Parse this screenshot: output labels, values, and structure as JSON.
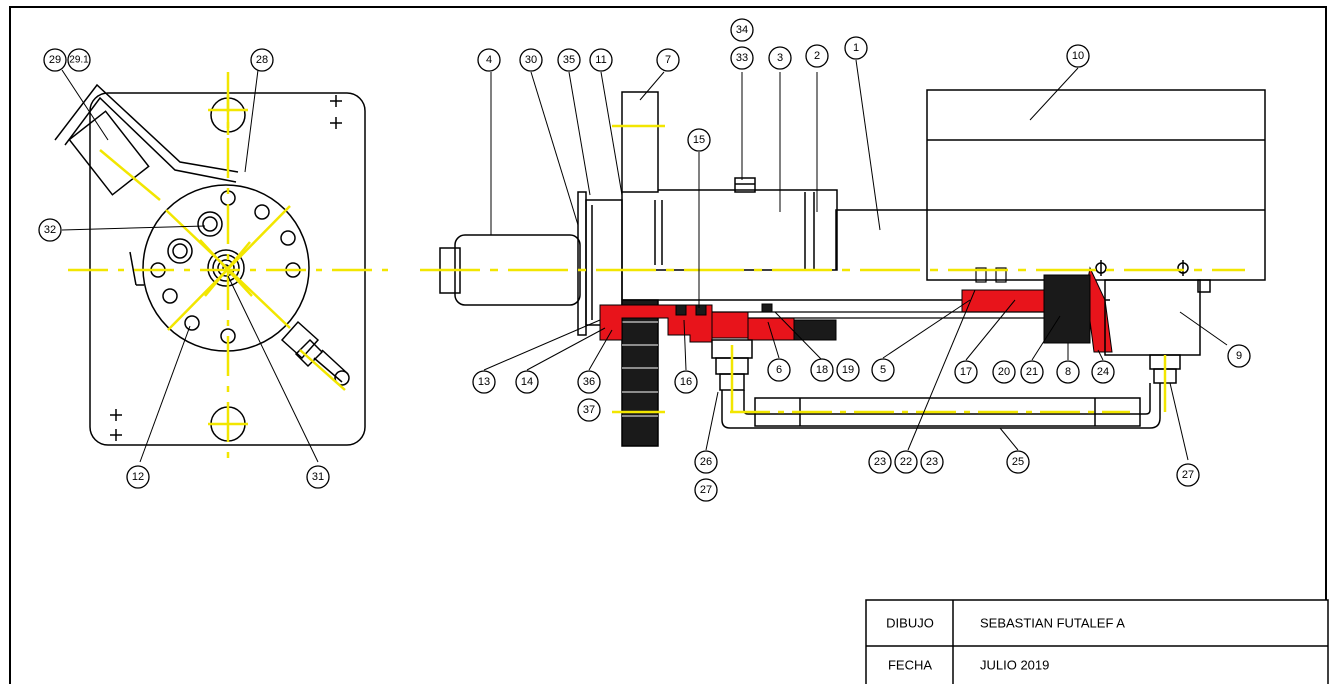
{
  "colors": {
    "line": "#000000",
    "centerline": "#f2e600",
    "section_fill": "#e8141b",
    "dark_fill": "#1a1a1a"
  },
  "title_block": {
    "label_dibujo": "DIBUJO",
    "value_dibujo": "SEBASTIAN FUTALEF A",
    "label_fecha": "FECHA",
    "value_fecha": "JULIO 2019"
  },
  "balloons": {
    "b29": "29",
    "b29_1": "29.1",
    "b28": "28",
    "b32": "32",
    "b12": "12",
    "b31": "31",
    "b4": "4",
    "b30": "30",
    "b35": "35",
    "b11": "11",
    "b7": "7",
    "b34": "34",
    "b33": "33",
    "b3": "3",
    "b2": "2",
    "b1": "1",
    "b10": "10",
    "b15": "15",
    "b13": "13",
    "b14": "14",
    "b36": "36",
    "b37": "37",
    "b16": "16",
    "b6": "6",
    "b18": "18",
    "b19": "19",
    "b5": "5",
    "b17": "17",
    "b20": "20",
    "b21": "21",
    "b8": "8",
    "b24": "24",
    "b9": "9",
    "b26": "26",
    "b27a": "27",
    "b23a": "23",
    "b22": "22",
    "b23b": "23",
    "b25": "25",
    "b27b": "27"
  }
}
